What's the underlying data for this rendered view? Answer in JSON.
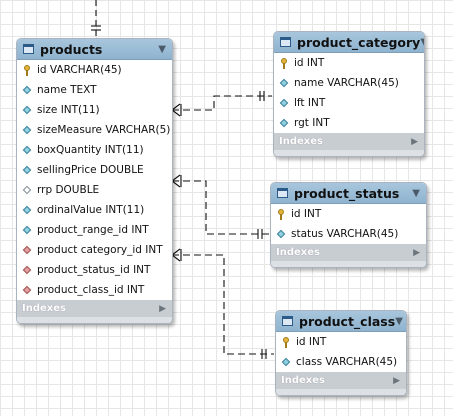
{
  "tables": {
    "products": {
      "name": "products",
      "columns": [
        {
          "text": "id VARCHAR(45)",
          "icon": "key"
        },
        {
          "text": "name TEXT",
          "icon": "diamond"
        },
        {
          "text": "size INT(11)",
          "icon": "diamond"
        },
        {
          "text": "sizeMeasure VARCHAR(5)",
          "icon": "diamond"
        },
        {
          "text": "boxQuantity INT(11)",
          "icon": "diamond"
        },
        {
          "text": "sellingPrice DOUBLE",
          "icon": "diamond"
        },
        {
          "text": "rrp DOUBLE",
          "icon": "diamond-hollow"
        },
        {
          "text": "ordinalValue INT(11)",
          "icon": "diamond"
        },
        {
          "text": "product_range_id INT",
          "icon": "diamond"
        },
        {
          "text": "product category_id INT",
          "icon": "diamond-fk"
        },
        {
          "text": "product_status_id INT",
          "icon": "diamond-fk"
        },
        {
          "text": "product_class_id INT",
          "icon": "diamond-fk"
        }
      ],
      "indexes_label": "Indexes"
    },
    "product_category": {
      "name": "product_category",
      "columns": [
        {
          "text": "id INT",
          "icon": "key"
        },
        {
          "text": "name VARCHAR(45)",
          "icon": "diamond"
        },
        {
          "text": "lft INT",
          "icon": "diamond"
        },
        {
          "text": "rgt INT",
          "icon": "diamond"
        }
      ],
      "indexes_label": "Indexes"
    },
    "product_status": {
      "name": "product_status",
      "columns": [
        {
          "text": "id INT",
          "icon": "key"
        },
        {
          "text": "status VARCHAR(45)",
          "icon": "diamond"
        }
      ],
      "indexes_label": "Indexes"
    },
    "product_class": {
      "name": "product_class",
      "columns": [
        {
          "text": "id INT",
          "icon": "key"
        },
        {
          "text": "class VARCHAR(45)",
          "icon": "diamond"
        }
      ],
      "indexes_label": "Indexes"
    }
  },
  "icons": {
    "table": "table-icon",
    "collapse": "collapse-arrow-icon",
    "expand": "expand-arrow-icon",
    "primary_key": "key-icon",
    "column": "column-diamond-icon",
    "foreign_key": "foreign-key-diamond-icon"
  },
  "colors": {
    "header": "#9bbdd6",
    "indexes_bar": "#c8cdd2",
    "link": "#111111"
  },
  "glyphs": {
    "collapse": "▼",
    "expand": "▶"
  }
}
